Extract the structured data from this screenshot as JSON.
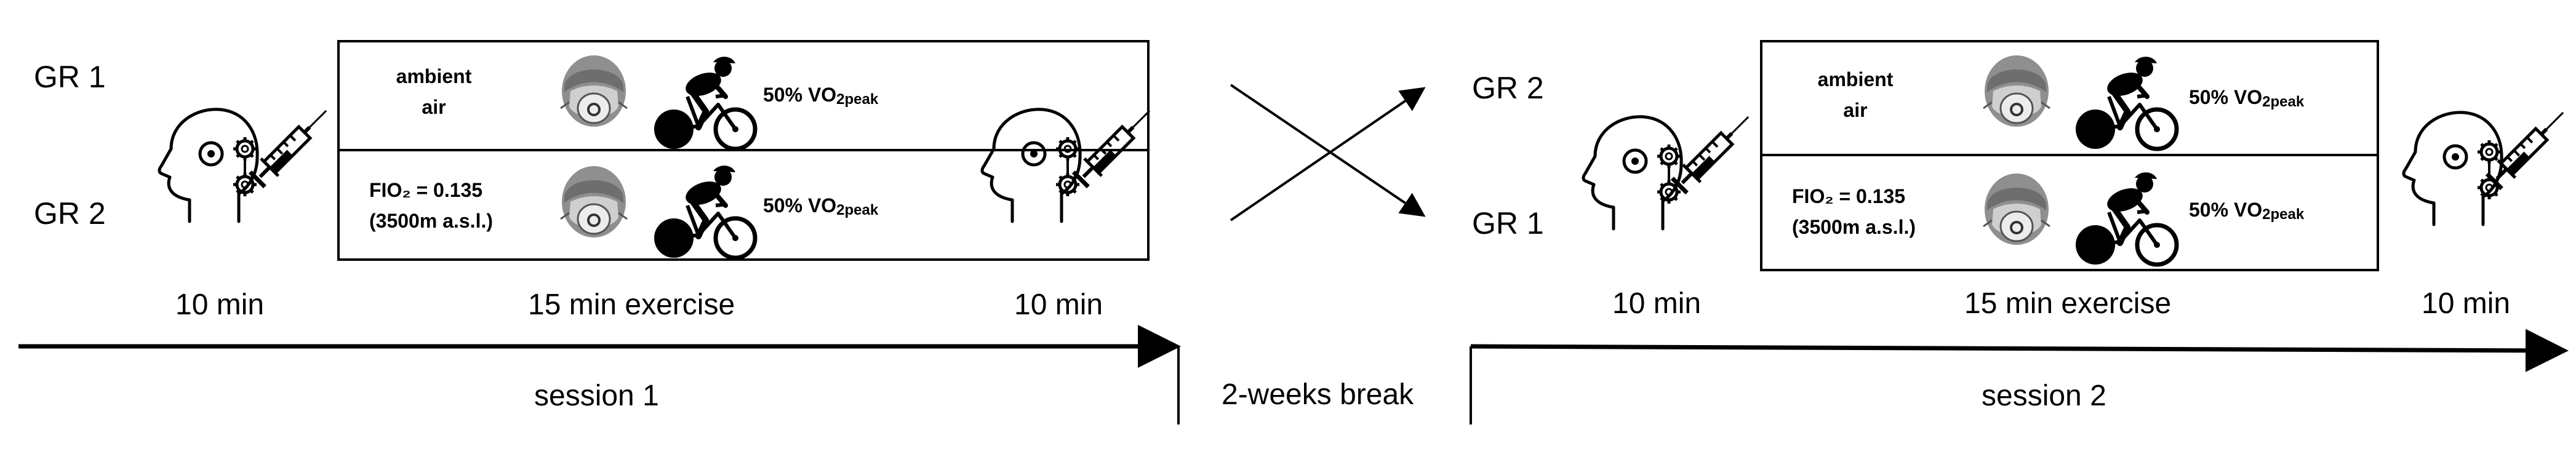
{
  "session1": {
    "groups": [
      "GR 1",
      "GR 2"
    ],
    "conditions": [
      {
        "line1": "ambient",
        "line2": "air",
        "intensity_base": "50% VO",
        "intensity_sub": "2peak"
      },
      {
        "line1": "FIO₂ = 0.135",
        "line2": "(3500m a.s.l.)",
        "intensity_base": "50% VO",
        "intensity_sub": "2peak"
      }
    ],
    "time_pre": "10 min",
    "time_exercise": "15 min exercise",
    "time_post": "10 min",
    "session_label": "session 1"
  },
  "break_label": "2-weeks break",
  "session2": {
    "groups": [
      "GR 2",
      "GR 1"
    ],
    "conditions": [
      {
        "line1": "ambient",
        "line2": "air",
        "intensity_base": "50% VO",
        "intensity_sub": "2peak"
      },
      {
        "line1": "FIO₂ = 0.135",
        "line2": "(3500m a.s.l.)",
        "intensity_base": "50% VO",
        "intensity_sub": "2peak"
      }
    ],
    "time_pre": "10 min",
    "time_exercise": "15 min exercise",
    "time_post": "10 min",
    "session_label": "session 2"
  },
  "icons": [
    "head-gears-icon",
    "syringe-icon",
    "face-mask-icon",
    "cyclist-icon"
  ],
  "colors": {
    "line": "#000000",
    "mask_gray": "#9a9a9a",
    "mask_light": "#d9d9d9"
  }
}
